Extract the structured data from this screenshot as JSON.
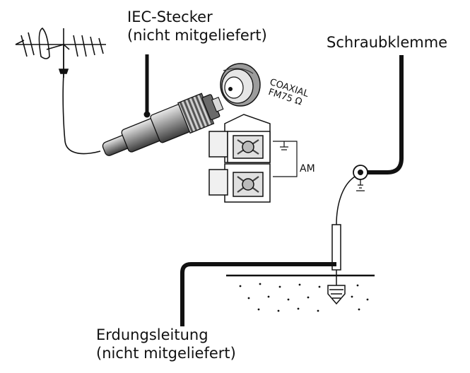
{
  "labels": {
    "iec_line1": "IEC-Stecker",
    "iec_line2": "(nicht mitgeliefert)",
    "screw_terminal": "Schraubklemme",
    "coaxial_line1": "COAXIAL",
    "coaxial_line2": "FM75 Ω",
    "am": "AM",
    "ground_line1": "Erdungsleitung",
    "ground_line2": "(nicht mitgeliefert)"
  },
  "colors": {
    "ink": "#111111",
    "background": "#ffffff",
    "plug_mid": "#9a9a9a",
    "plug_dark": "#4a4a4a"
  }
}
